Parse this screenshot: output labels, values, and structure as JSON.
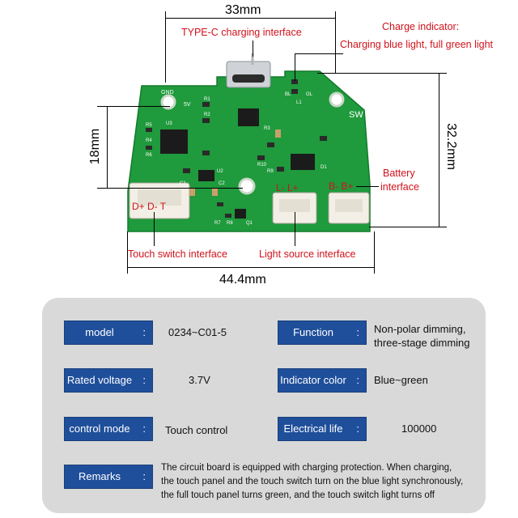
{
  "dimensions": {
    "top_width": "33mm",
    "left_height": "18mm",
    "right_height": "32.2mm",
    "bottom_width": "44.4mm"
  },
  "callouts": {
    "typec": "TYPE-C charging interface",
    "charge_indicator_title": "Charge indicator:",
    "charge_indicator_desc": "Charging blue light, full green light",
    "battery_line1": "Battery",
    "battery_line2": "interface",
    "touch_switch": "Touch switch interface",
    "light_source": "Light source interface"
  },
  "board": {
    "gnd": "GND",
    "v5": "5V",
    "sw": "SW",
    "pads_touch": "D+ D-  T",
    "pads_light": "L-  L+",
    "pads_battery": "B-  B+",
    "silk": [
      "U3",
      "R1",
      "R2",
      "R3",
      "R4",
      "R5",
      "R6",
      "C1",
      "C2",
      "U2",
      "R7",
      "R8",
      "Q1",
      "D1",
      "R9",
      "R10",
      "L1",
      "GL",
      "BL"
    ]
  },
  "specs": {
    "model_key": "model",
    "model_val": "0234~C01-5",
    "function_key": "Function",
    "function_val_1": "Non-polar dimming,",
    "function_val_2": "three-stage dimming",
    "rated_voltage_key": "Rated voltage",
    "rated_voltage_val": "3.7V",
    "indicator_color_key": "Indicator color",
    "indicator_color_val": "Blue~green",
    "control_mode_key": "control mode",
    "control_mode_val": "Touch control",
    "electrical_life_key": "Electrical life",
    "electrical_life_val": "100000",
    "remarks_key": "Remarks",
    "remarks_line_1": "The circuit board is equipped with charging protection. When charging,",
    "remarks_line_2": "the touch panel and the touch switch turn on the blue light synchronously,",
    "remarks_line_3": "the full touch panel turns green, and the touch switch light turns off",
    "colon": ":"
  },
  "colors": {
    "pcb_green": "#1f9a3c",
    "key_blue": "#1f4f9b",
    "callout_red": "#d0121b",
    "panel_gray": "#d9d9d9"
  }
}
